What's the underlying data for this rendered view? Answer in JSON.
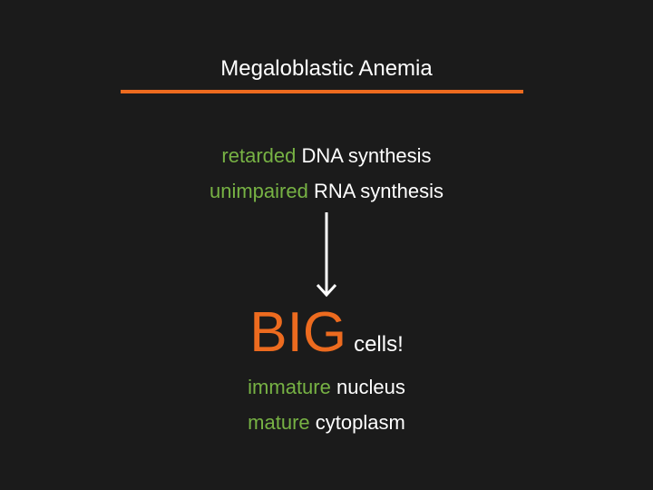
{
  "title": "Megaloblastic Anemia",
  "colors": {
    "background": "#1b1b1b",
    "accent": "#ed6b1f",
    "highlight": "#77b244",
    "text": "#ffffff"
  },
  "lines": [
    {
      "highlight": "retarded",
      "rest": "DNA synthesis"
    },
    {
      "highlight": "unimpaired",
      "rest": "RNA synthesis"
    }
  ],
  "arrow_icon": "down-arrow-icon",
  "result": {
    "big": "BIG",
    "small": "cells!"
  },
  "outcome_lines": [
    {
      "highlight": "immature",
      "rest": "nucleus"
    },
    {
      "highlight": "mature",
      "rest": "cytoplasm"
    }
  ]
}
